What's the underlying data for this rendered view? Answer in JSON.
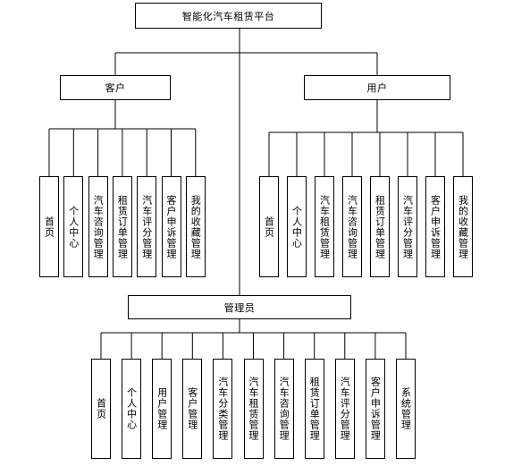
{
  "root": {
    "label": "智能化汽车租赁平台"
  },
  "customer": {
    "label": "客户",
    "children": [
      "首页",
      "个人中心",
      "汽车咨询管理",
      "租赁订单管理",
      "汽车评分管理",
      "客户申诉管理",
      "我的收藏管理"
    ]
  },
  "user": {
    "label": "用户",
    "children": [
      "首页",
      "个人中心",
      "汽车租赁管理",
      "汽车咨询管理",
      "租赁订单管理",
      "汽车评分管理",
      "客户申诉管理",
      "我的收藏管理"
    ]
  },
  "admin": {
    "label": "管理员",
    "children": [
      "首页",
      "个人中心",
      "用户管理",
      "客户管理",
      "汽车分类管理",
      "汽车租赁管理",
      "汽车咨询管理",
      "租赁订单管理",
      "汽车评分管理",
      "客户申诉管理",
      "系统管理"
    ]
  }
}
